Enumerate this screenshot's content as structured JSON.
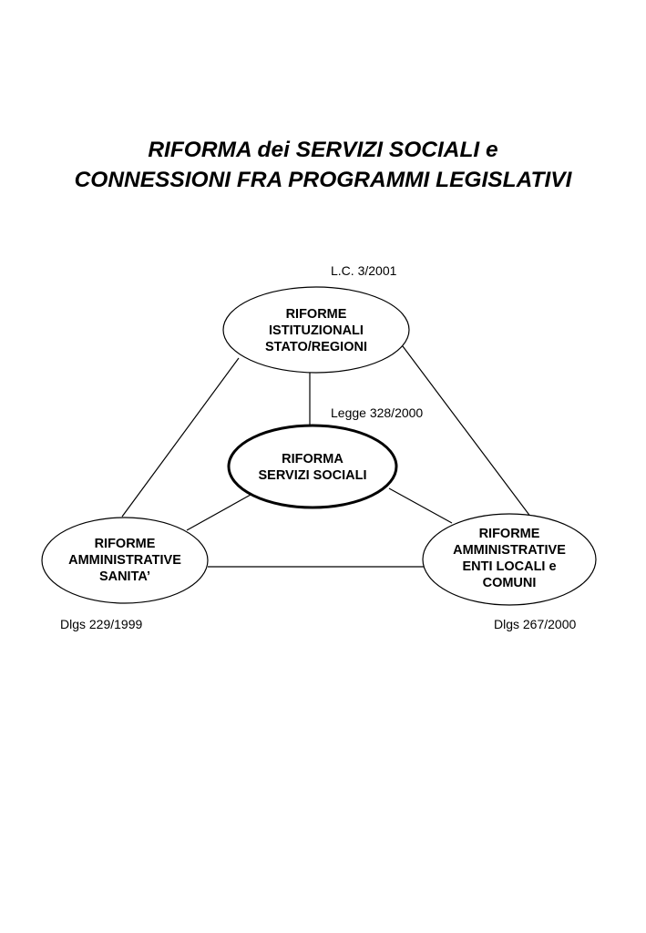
{
  "title": {
    "line1": "RIFORMA dei SERVIZI SOCIALI e",
    "line2": "CONNESSIONI FRA PROGRAMMI LEGISLATIVI"
  },
  "nodes": {
    "istituzionali": {
      "lines": [
        "RIFORME",
        "ISTITUZIONALI",
        "STATO/REGIONI"
      ],
      "law": "L.C. 3/2001"
    },
    "servizi": {
      "lines": [
        "RIFORMA",
        "SERVIZI SOCIALI"
      ],
      "law": "Legge 328/2000"
    },
    "sanita": {
      "lines": [
        "RIFORME",
        "AMMINISTRATIVE",
        "SANITA’"
      ],
      "law": "Dlgs 229/1999"
    },
    "enti": {
      "lines": [
        "RIFORME",
        "AMMINISTRATIVE",
        "ENTI LOCALI e",
        "COMUNI"
      ],
      "law": "Dlgs 267/2000"
    }
  }
}
